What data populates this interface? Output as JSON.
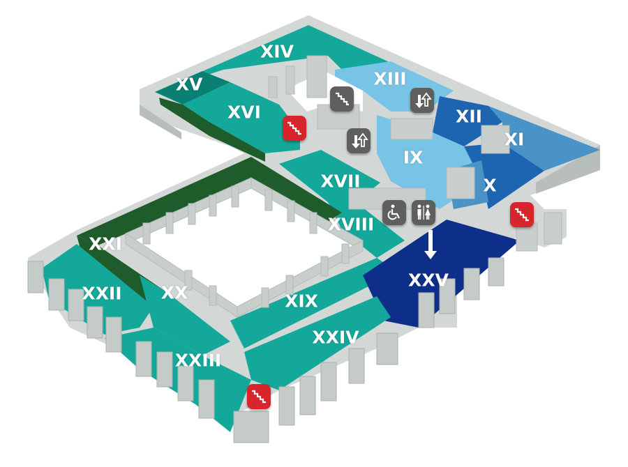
{
  "rooms": [
    {
      "id": "XIII",
      "label": "XIII"
    },
    {
      "id": "XIV",
      "label": "XIV"
    },
    {
      "id": "XV",
      "label": "XV"
    },
    {
      "id": "XVI",
      "label": "XVI"
    },
    {
      "id": "XII",
      "label": "XII"
    },
    {
      "id": "XI",
      "label": "XI"
    },
    {
      "id": "IX",
      "label": "IX"
    },
    {
      "id": "X",
      "label": "X"
    },
    {
      "id": "XVII",
      "label": "XVII"
    },
    {
      "id": "XVIII",
      "label": "XVIII"
    },
    {
      "id": "XXI",
      "label": "XXI"
    },
    {
      "id": "XXII",
      "label": "XXII"
    },
    {
      "id": "XX",
      "label": "XX"
    },
    {
      "id": "XIX",
      "label": "XIX"
    },
    {
      "id": "XXV",
      "label": "XXV"
    },
    {
      "id": "XXIV",
      "label": "XXIV"
    },
    {
      "id": "XXIII",
      "label": "XXIII"
    }
  ],
  "poi": [
    {
      "type": "stairs",
      "icon": "stairs-icon"
    },
    {
      "type": "elevator",
      "icon": "elevator-icon"
    },
    {
      "type": "stairs-exit",
      "icon": "stairs-icon"
    },
    {
      "type": "elevator",
      "icon": "elevator-icon"
    },
    {
      "type": "accessible",
      "icon": "wheelchair-icon"
    },
    {
      "type": "restrooms",
      "icon": "restroom-icon"
    },
    {
      "type": "stairs-exit",
      "icon": "stairs-icon"
    },
    {
      "type": "stairs-exit",
      "icon": "stairs-icon"
    }
  ],
  "colors": {
    "wall": "#d3d8d6",
    "wall_shade": "#b7bebb",
    "teal": "#14a89b",
    "teal_dark": "#0a7f74",
    "green_dark": "#1e5c2b",
    "light_blue": "#78c4e6",
    "mid_blue": "#4a93c6",
    "blue": "#1d65b0",
    "navy": "#0d2f8a",
    "red_icon": "#d7262b",
    "grey_icon": "#5f5f5f"
  }
}
